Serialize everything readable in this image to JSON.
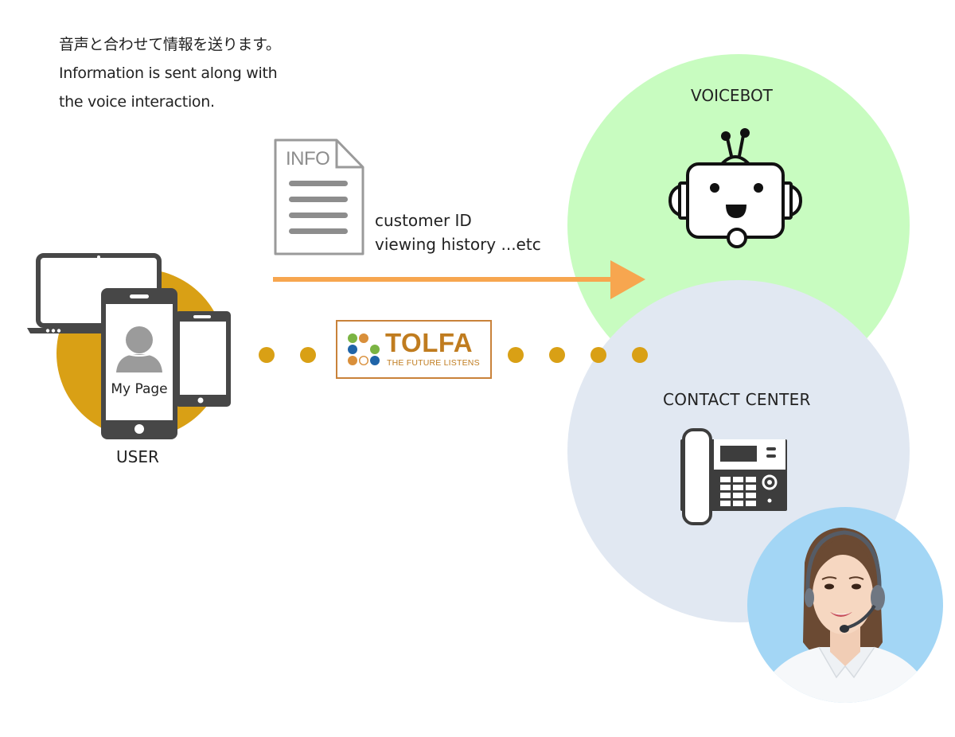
{
  "intro": {
    "line_ja": "音声と合わせて情報を送ります。",
    "line_en_1": "Information is sent along with",
    "line_en_2": "the voice interaction."
  },
  "info_document": {
    "icon": "document-icon",
    "label": "INFO",
    "details": [
      "customer ID",
      "viewing history ...etc"
    ]
  },
  "user": {
    "label": "USER",
    "screen_label": "My Page",
    "icons": [
      "laptop-icon",
      "smartphone-icon",
      "tablet-icon",
      "user-avatar-icon"
    ]
  },
  "flow": {
    "arrow": "arrow-right-icon",
    "arrow_color": "#f7a64f",
    "dot_color": "#d9a015"
  },
  "tolfa_logo": {
    "name": "TOLFA",
    "tagline": "THE FUTURE LISTENS",
    "color": "#c07c1f",
    "dot_colors": [
      "#7bb443",
      "#d98f3a",
      "#1f64a8",
      "#7bb443",
      "#d98f3a",
      "#ffffff",
      "#1f64a8"
    ]
  },
  "voicebot": {
    "label": "VOICEBOT",
    "icon": "robot-icon",
    "color": "#c8fcc0"
  },
  "contact_center": {
    "label": "CONTACT CENTER",
    "icon": "desk-phone-icon",
    "color": "#e1e8f2"
  },
  "operator": {
    "image": "operator-with-headset-photo",
    "color": "#a3d6f5"
  }
}
